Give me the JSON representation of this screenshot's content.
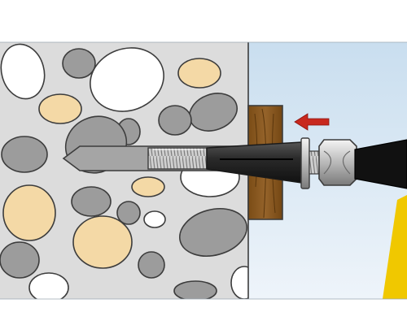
{
  "diagram": {
    "kind": "anchor-installation-step",
    "components": [
      "stone-wall-substrate",
      "timber-fixture",
      "anchor-sleeve",
      "threaded-bolt",
      "hex-nut",
      "washer",
      "wrench",
      "direction-arrow"
    ],
    "arrow_direction": "left",
    "colors": {
      "mortar": "#dcdcdc",
      "stone_grey": "#9c9c9c",
      "stone_white": "#ffffff",
      "stone_sand": "#f4d9a6",
      "timber": "#8a5a1f",
      "sleeve": "#2b2b2b",
      "sky_top": "#c9deef",
      "sky_bottom": "#e6f0f8",
      "arrow": "#c8281e",
      "handle_accent": "#f0c800",
      "outline": "#3c3c3c"
    }
  }
}
